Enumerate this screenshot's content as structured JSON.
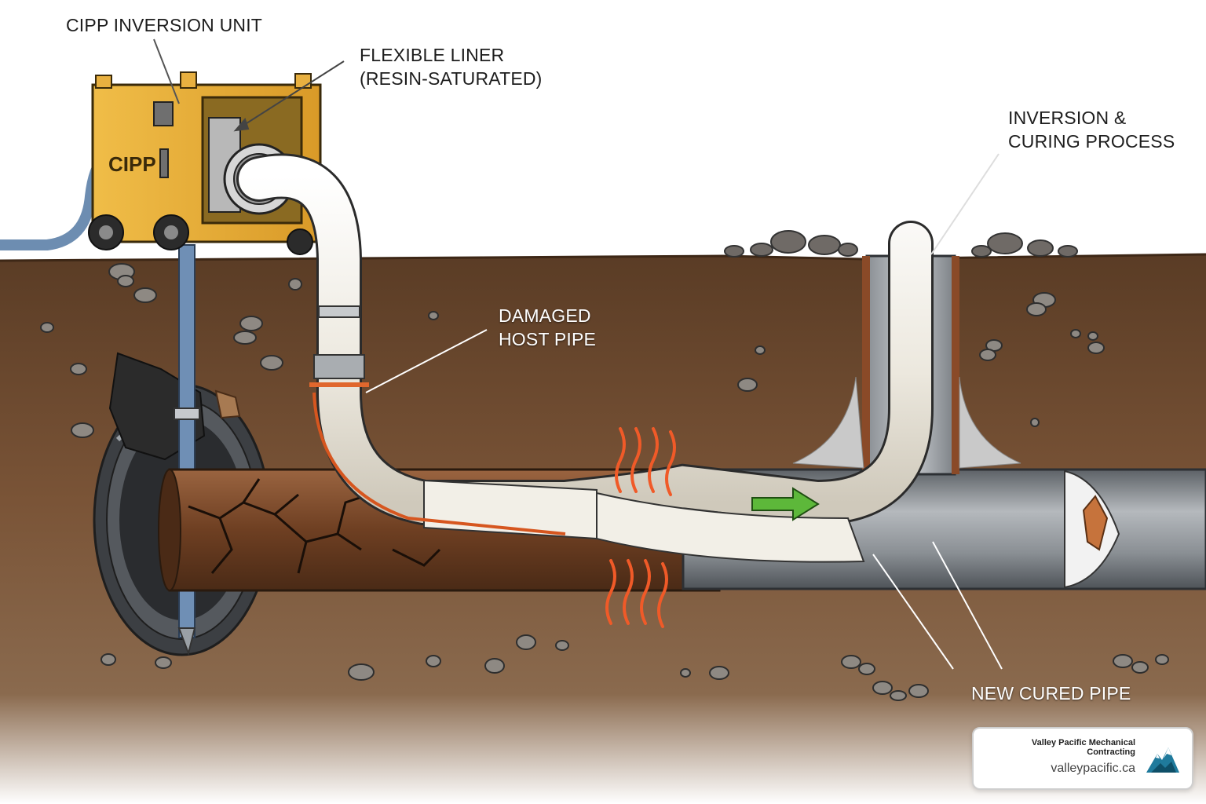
{
  "labels": {
    "inversion_unit": "CIPP INVERSION UNIT",
    "liner_line1": "FLEXIBLE LINER",
    "liner_line2": "(RESIN-SATURATED)",
    "process_line1": "INVERSION &",
    "process_line2": "CURING PROCESS",
    "damaged_line1": "DAMAGED",
    "damaged_line2": "HOST PIPE",
    "new_pipe": "NEW CURED PIPE"
  },
  "machine_badge": "CIPP",
  "brand": {
    "name": "Valley Pacific Mechanical Contracting",
    "url": "valleypacific.ca",
    "logo_icon": "mountain-logo-icon"
  },
  "colors": {
    "soil": "#6b4a30",
    "machine": "#e0a935",
    "liner": "#efece4",
    "host_pipe": "#7a4a2c",
    "new_pipe": "#8b8f93",
    "heat": "#f05a28",
    "flow_arrow": "#5db83a"
  }
}
